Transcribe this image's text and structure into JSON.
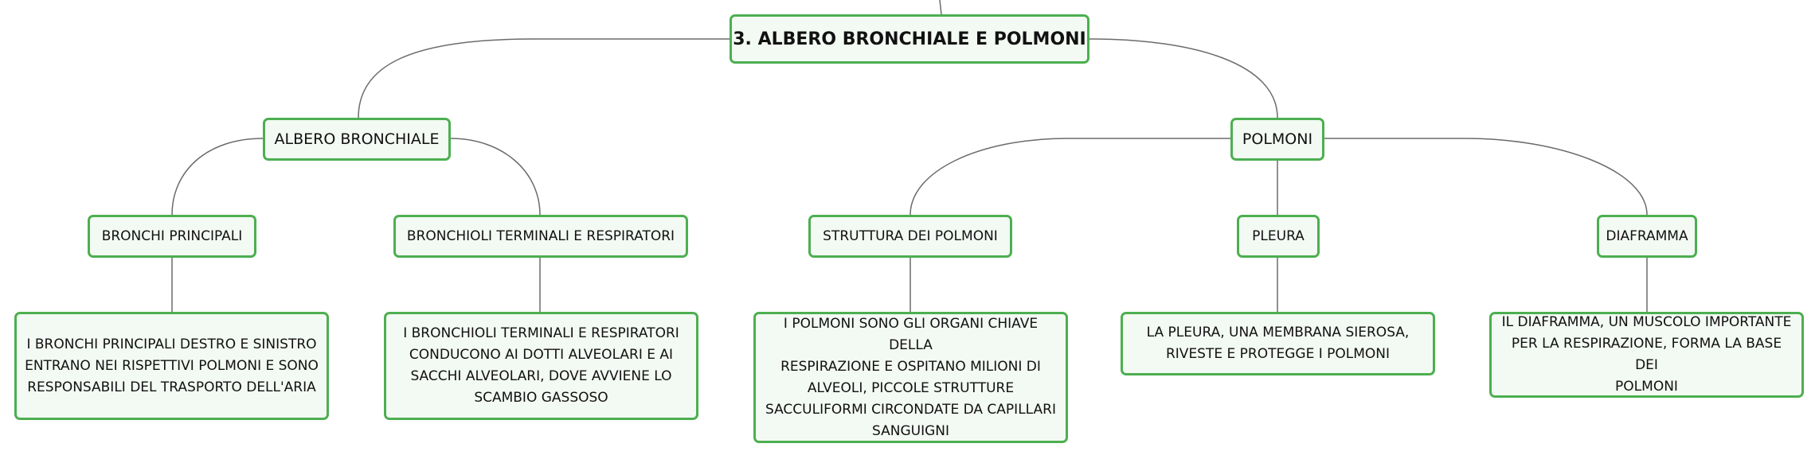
{
  "root": {
    "label": "3. ALBERO BRONCHIALE E POLMONI"
  },
  "branches": [
    {
      "label": "ALBERO BRONCHIALE",
      "children": [
        {
          "label": "BRONCHI PRINCIPALI",
          "detail": [
            "I BRONCHI PRINCIPALI DESTRO E SINISTRO",
            "ENTRANO NEI RISPETTIVI POLMONI E SONO",
            "RESPONSABILI DEL TRASPORTO DELL'ARIA"
          ]
        },
        {
          "label": "BRONCHIOLI TERMINALI E RESPIRATORI",
          "detail": [
            "I BRONCHIOLI TERMINALI E RESPIRATORI",
            "CONDUCONO AI DOTTI ALVEOLARI E AI",
            "SACCHI ALVEOLARI, DOVE AVVIENE LO",
            "SCAMBIO GASSOSO"
          ]
        }
      ]
    },
    {
      "label": "POLMONI",
      "children": [
        {
          "label": "STRUTTURA DEI POLMONI",
          "detail": [
            "I POLMONI SONO GLI ORGANI CHIAVE DELLA",
            "RESPIRAZIONE E OSPITANO MILIONI DI",
            "ALVEOLI, PICCOLE STRUTTURE",
            "SACCULIFORMI CIRCONDATE DA CAPILLARI",
            "SANGUIGNI"
          ]
        },
        {
          "label": "PLEURA",
          "detail": [
            "LA PLEURA, UNA MEMBRANA SIEROSA,",
            "RIVESTE E PROTEGGE I POLMONI"
          ]
        },
        {
          "label": "DIAFRAMMA",
          "detail": [
            "IL DIAFRAMMA, UN MUSCOLO IMPORTANTE",
            "PER LA RESPIRAZIONE, FORMA LA BASE DEI",
            "POLMONI"
          ]
        }
      ]
    }
  ],
  "colors": {
    "border": "#4caf50",
    "fill": "#f3f9f3",
    "connector": "#6b6b6b"
  }
}
